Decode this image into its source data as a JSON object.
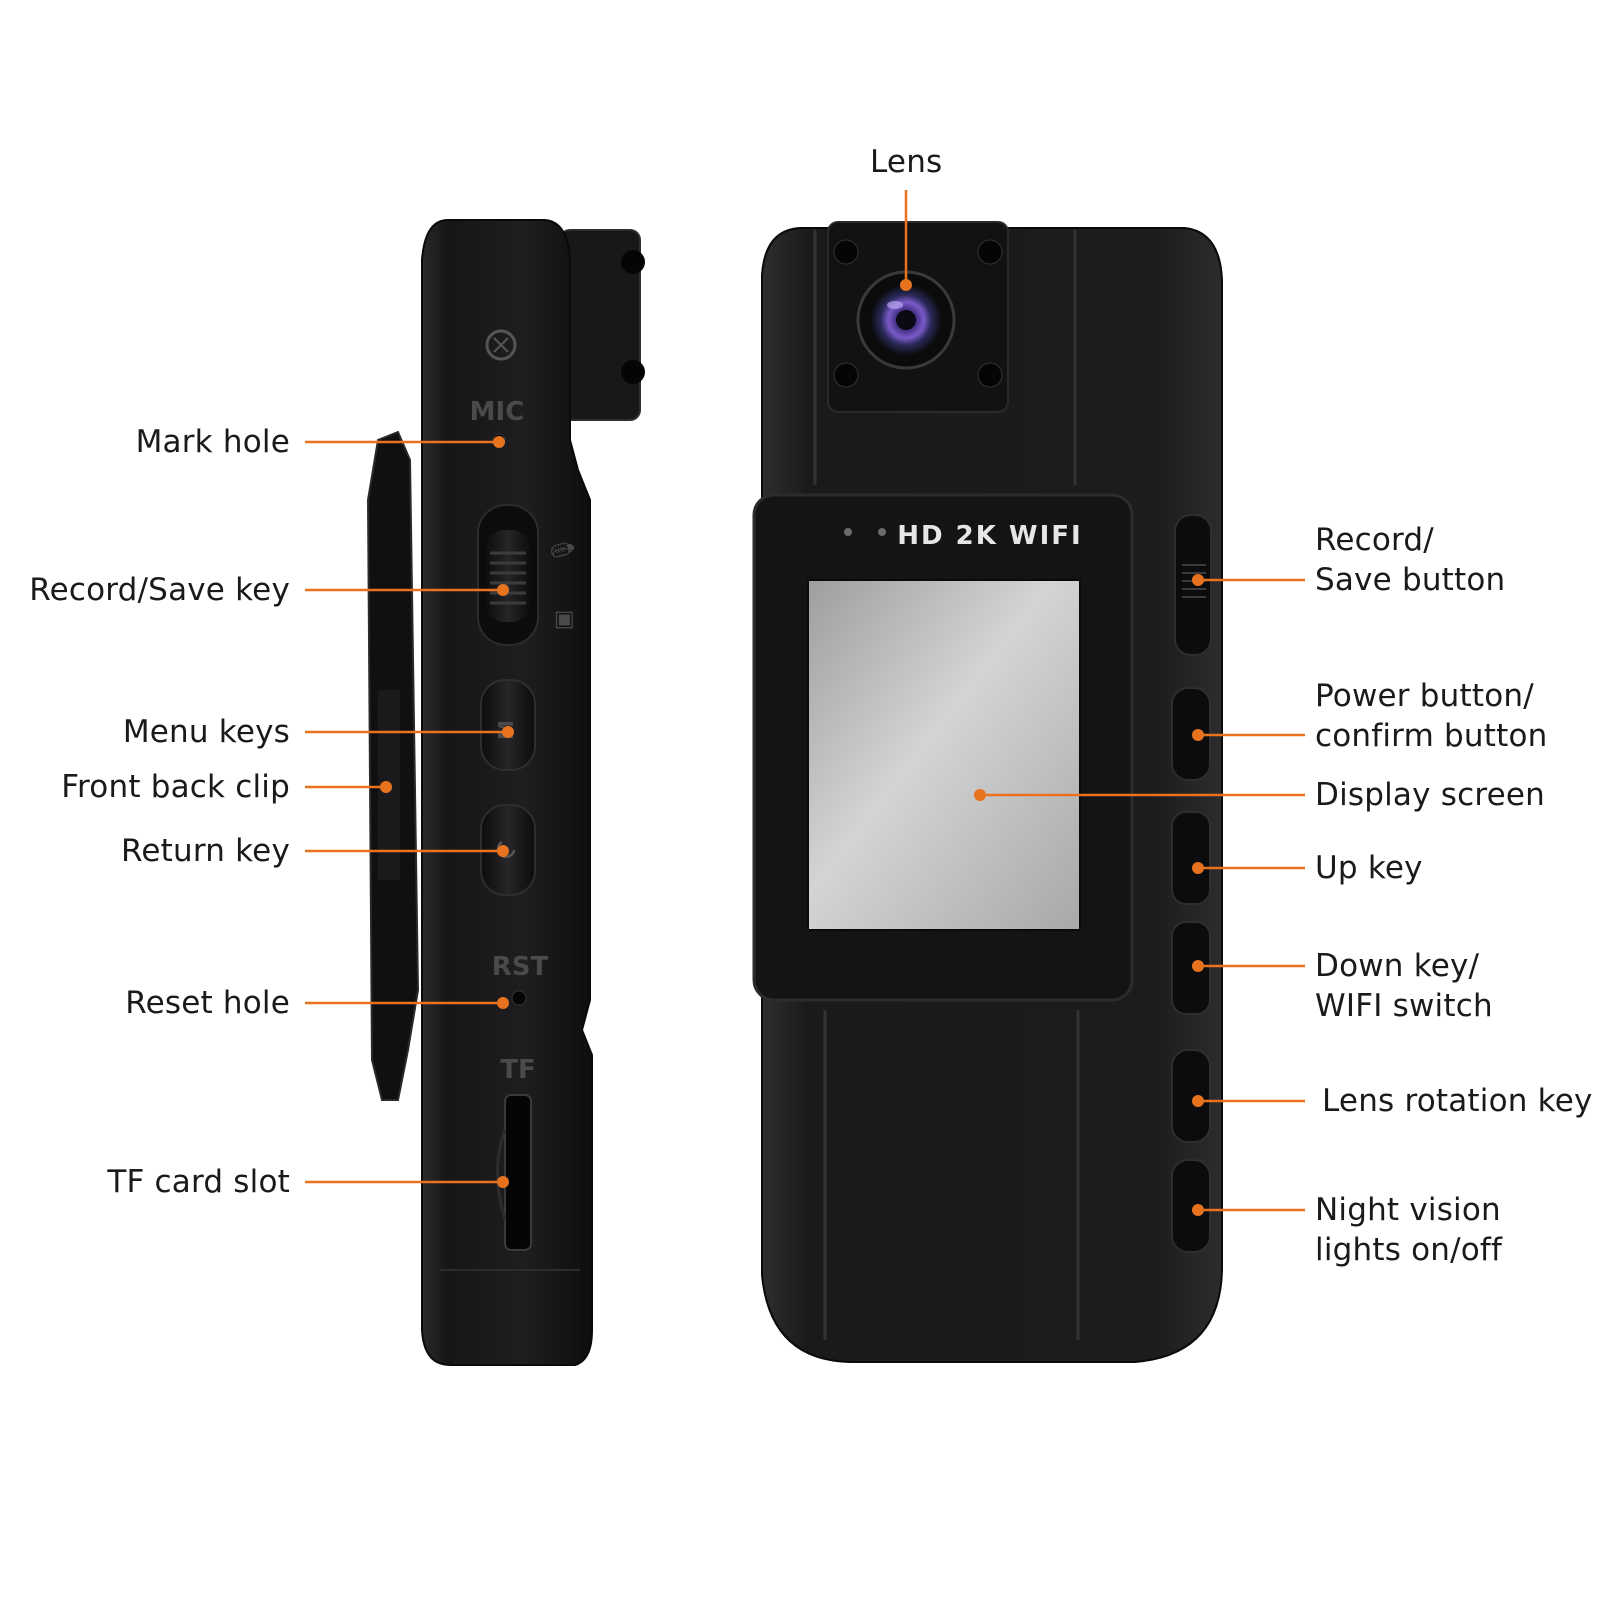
{
  "labels": {
    "lens": "Lens",
    "mark_hole": "Mark hole",
    "record_save_key": "Record/Save key",
    "menu_keys": "Menu keys",
    "front_back_clip": "Front back clip",
    "return_key": "Return key",
    "reset_hole": "Reset hole",
    "tf_card_slot": "TF card slot",
    "record_save_button": [
      "Record/",
      "Save button"
    ],
    "power_confirm_button": [
      "Power button/",
      "confirm button"
    ],
    "display_screen": "Display screen",
    "up_key": "Up key",
    "down_wifi": [
      "Down key/",
      "WIFI switch"
    ],
    "lens_rotation_key": "Lens rotation key",
    "night_vision": [
      "Night vision",
      "lights on/off"
    ]
  },
  "device_markings": {
    "mic": "MIC",
    "rst": "RST",
    "tf": "TF",
    "menu_key_glyph": "M",
    "front_brand": "HD 2K WIFI"
  },
  "colors": {
    "leader": "#e8731f",
    "body": "#1c1c1e",
    "screen": "#c8c8c8",
    "text": "#1a1a1a"
  }
}
